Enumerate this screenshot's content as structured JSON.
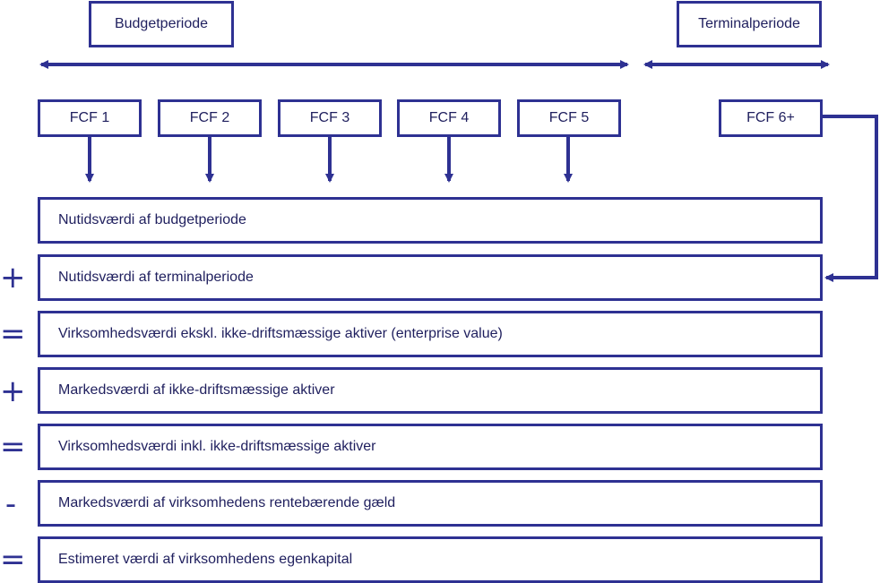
{
  "periods": {
    "budget_label": "Budgetperiode",
    "terminal_label": "Terminalperiode"
  },
  "fcf": [
    "FCF 1",
    "FCF 2",
    "FCF 3",
    "FCF 4",
    "FCF 5",
    "FCF 6+"
  ],
  "rows": [
    {
      "op": "",
      "label": "Nutidsværdi af budgetperiode"
    },
    {
      "op": "+",
      "label": "Nutidsværdi af terminalperiode"
    },
    {
      "op": "=",
      "label": "Virksomhedsværdi ekskl. ikke-driftsmæssige aktiver (enterprise value)"
    },
    {
      "op": "+",
      "label": "Markedsværdi af ikke-driftsmæssige aktiver"
    },
    {
      "op": "=",
      "label": "Virksomhedsværdi inkl. ikke-driftsmæssige aktiver"
    },
    {
      "op": "-",
      "label": "Markedsværdi af virksomhedens rentebærende gæld"
    },
    {
      "op": "=",
      "label": "Estimeret værdi af virksomhedens egenkapital"
    }
  ],
  "colors": {
    "line": "#2e3192",
    "text": "#1f1f5e"
  }
}
